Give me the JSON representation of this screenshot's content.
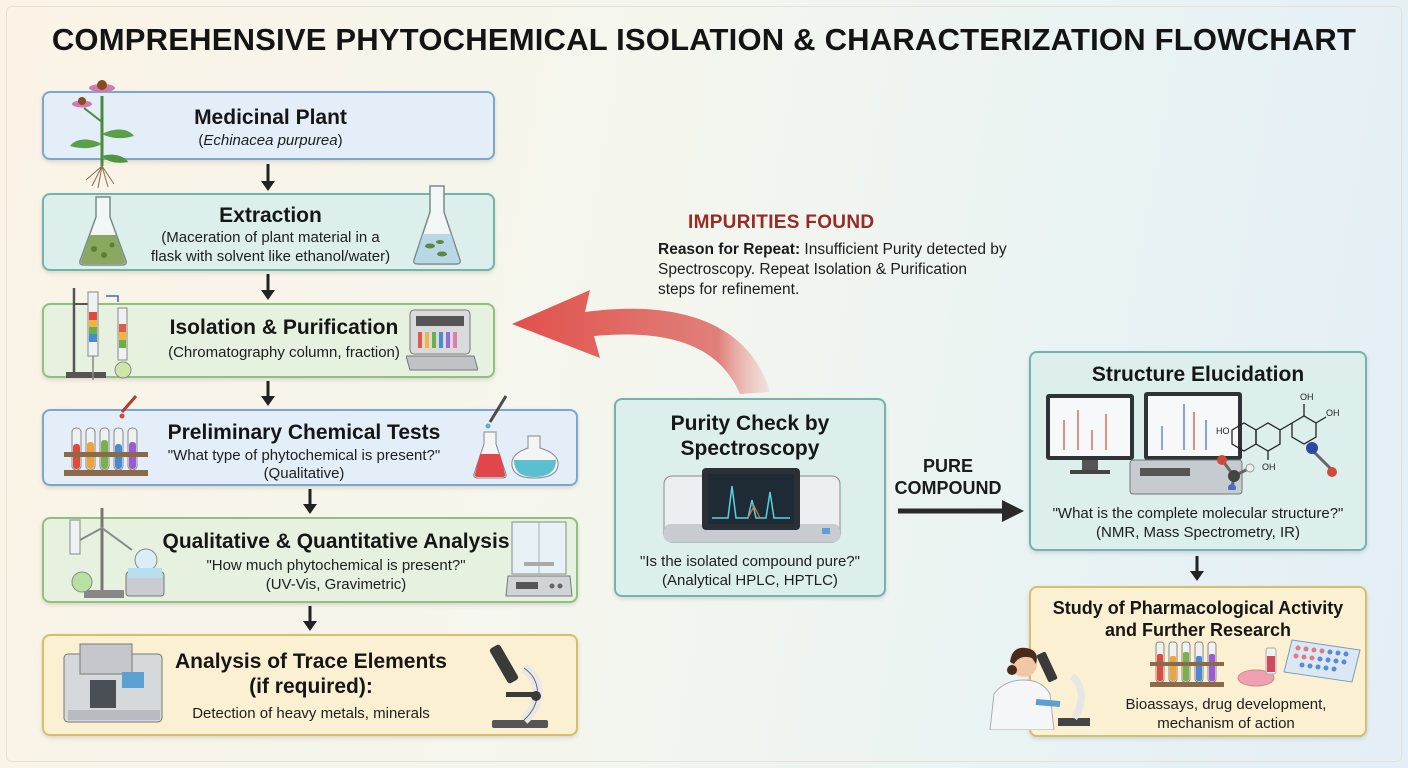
{
  "title": "COMPREHENSIVE PHYTOCHEMICAL ISOLATION & CHARACTERIZATION FLOWCHART",
  "steps": {
    "plant": {
      "title": "Medicinal Plant",
      "sub_open": "(",
      "sub_italic": "Echinacea purpurea",
      "sub_close": ")"
    },
    "extraction": {
      "title": "Extraction",
      "line1": "(Maceration of plant material in a",
      "line2": "flask with solvent like ethanol/water)"
    },
    "isolation": {
      "title": "Isolation & Purification",
      "sub": "(Chromatography column, fraction)"
    },
    "preliminary": {
      "title": "Preliminary Chemical Tests",
      "line1": "\"What type of phytochemical is present?\"",
      "line2": "(Qualitative)"
    },
    "qualquant": {
      "title": "Qualitative & Quantitative Analysis",
      "line1": "\"How much phytochemical is present?\"",
      "line2": "(UV-Vis, Gravimetric)"
    },
    "trace": {
      "title1": "Analysis of Trace Elements",
      "title2": "(if required):",
      "sub": "Detection of heavy metals, minerals"
    },
    "purity": {
      "title1": "Purity Check by",
      "title2": "Spectroscopy",
      "line1": "\"Is the isolated compound pure?\"",
      "line2": "(Analytical HPLC, HPTLC)"
    },
    "structure": {
      "title": "Structure Elucidation",
      "line1": "\"What is the complete molecular structure?\"",
      "line2": "(NMR, Mass Spectrometry, IR)"
    },
    "pharma": {
      "title1": "Study of Pharmacological Activity",
      "title2": "and Further Research",
      "line1": "Bioassays, drug development,",
      "line2": "mechanism of action"
    }
  },
  "impurities": {
    "title": "IMPURITIES FOUND",
    "reason_label": "Reason for Repeat:",
    "reason_text": " Insufficient Purity detected by Spectroscopy. Repeat Isolation & Purification steps for refinement."
  },
  "pure_compound": {
    "line1": "PURE",
    "line2": "COMPOUND"
  },
  "colors": {
    "arrow": "#222222",
    "repeat_arrow": "#d9534f",
    "impurities_text": "#9a2a24"
  },
  "icons": [
    "echinacea-plant-icon",
    "flask-icon",
    "chromatography-column-icon",
    "fraction-collector-icon",
    "test-tubes-icon",
    "dropper-flask-icon",
    "rotary-evaporator-icon",
    "analytical-balance-icon",
    "spectrometer-icon",
    "microscope-icon",
    "hplc-instrument-icon",
    "computer-workstation-icon",
    "molecule-icon",
    "scientist-icon",
    "well-plate-icon"
  ]
}
